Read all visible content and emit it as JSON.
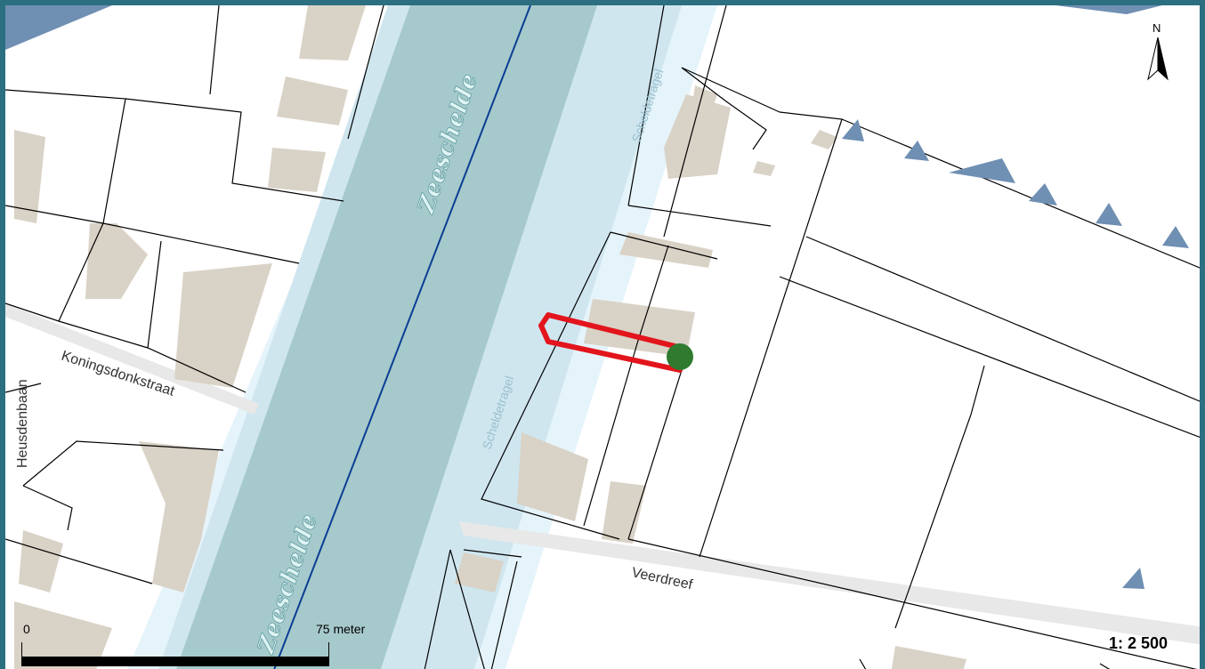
{
  "map": {
    "river_labels": [
      "Zeeschelde",
      "Zeeschelde"
    ],
    "streets": {
      "koningsdonkstraat": "Koningsdonkstraat",
      "heusdenbaan": "Heusdenbaan",
      "scheldetragel_1": "Scheldetragel",
      "scheldetragel_2": "Scheldetragel",
      "veerdreef": "Veerdreef"
    },
    "north_label": "N",
    "scale_bar": {
      "start_label": "0",
      "end_label": "75 meter"
    },
    "scale_ratio": "1: 2 500",
    "colors": {
      "river": "#a6c9cc",
      "river_bank": "#cfe6ef",
      "river_outer": "#e5f4fa",
      "building": "#d9d2c6",
      "parcel_line": "#000000",
      "river_axis": "#0b3e94",
      "highlight_parcel": "#e3151c",
      "location_marker": "#2f7a2f",
      "water_corner": "#6f8fb3",
      "frame": "#2b6f80"
    }
  }
}
